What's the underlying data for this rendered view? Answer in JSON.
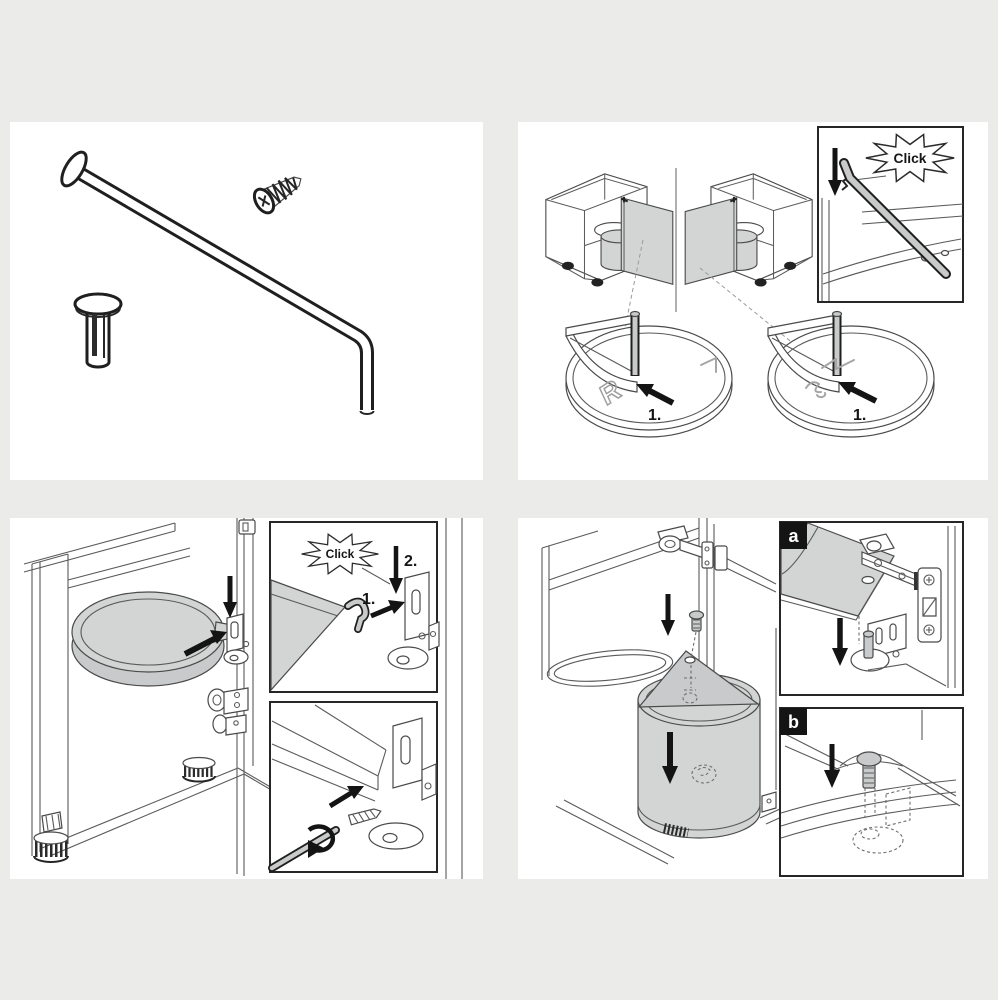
{
  "page": {
    "background_color": "#ebebea",
    "panel_color": "#ffffff",
    "ink_color": "#262626",
    "gray_fill": "#d3d5d5",
    "arrow_color": "#141414"
  },
  "panels": {
    "parts": {
      "items": [
        "pivot-rod",
        "euro-screw",
        "dowel-pin"
      ]
    },
    "tray_install": {
      "click": "Click",
      "step_left": "1.",
      "step_right": "1.",
      "tray_letter": "R"
    },
    "lid_install": {
      "click": "Click",
      "step1": "1.",
      "step2": "2."
    },
    "bin_install": {
      "inset_a": "a",
      "inset_b": "b"
    }
  }
}
